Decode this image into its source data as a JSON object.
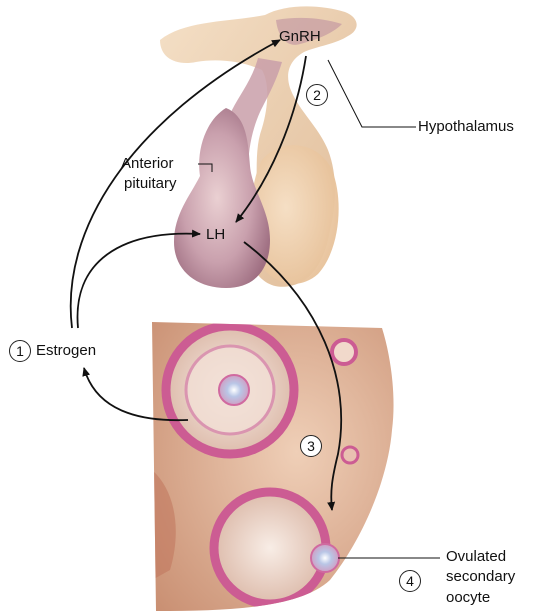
{
  "labels": {
    "gnrh": "GnRH",
    "hypothalamus": "Hypothalamus",
    "anterior_pituitary_line1": "Anterior",
    "anterior_pituitary_line2": "pituitary",
    "lh": "LH",
    "estrogen": "Estrogen",
    "ovulated_line1": "Ovulated",
    "ovulated_line2": "secondary",
    "ovulated_line3": "oocyte"
  },
  "steps": [
    "1",
    "2",
    "3",
    "4"
  ],
  "colors": {
    "hypothalamus_tissue": "#e9c9a0",
    "pituitary": "#c9a3ae",
    "ovary": "#d7a98c",
    "follicle_ring": "#cc5c93",
    "arrow": "#111111"
  }
}
